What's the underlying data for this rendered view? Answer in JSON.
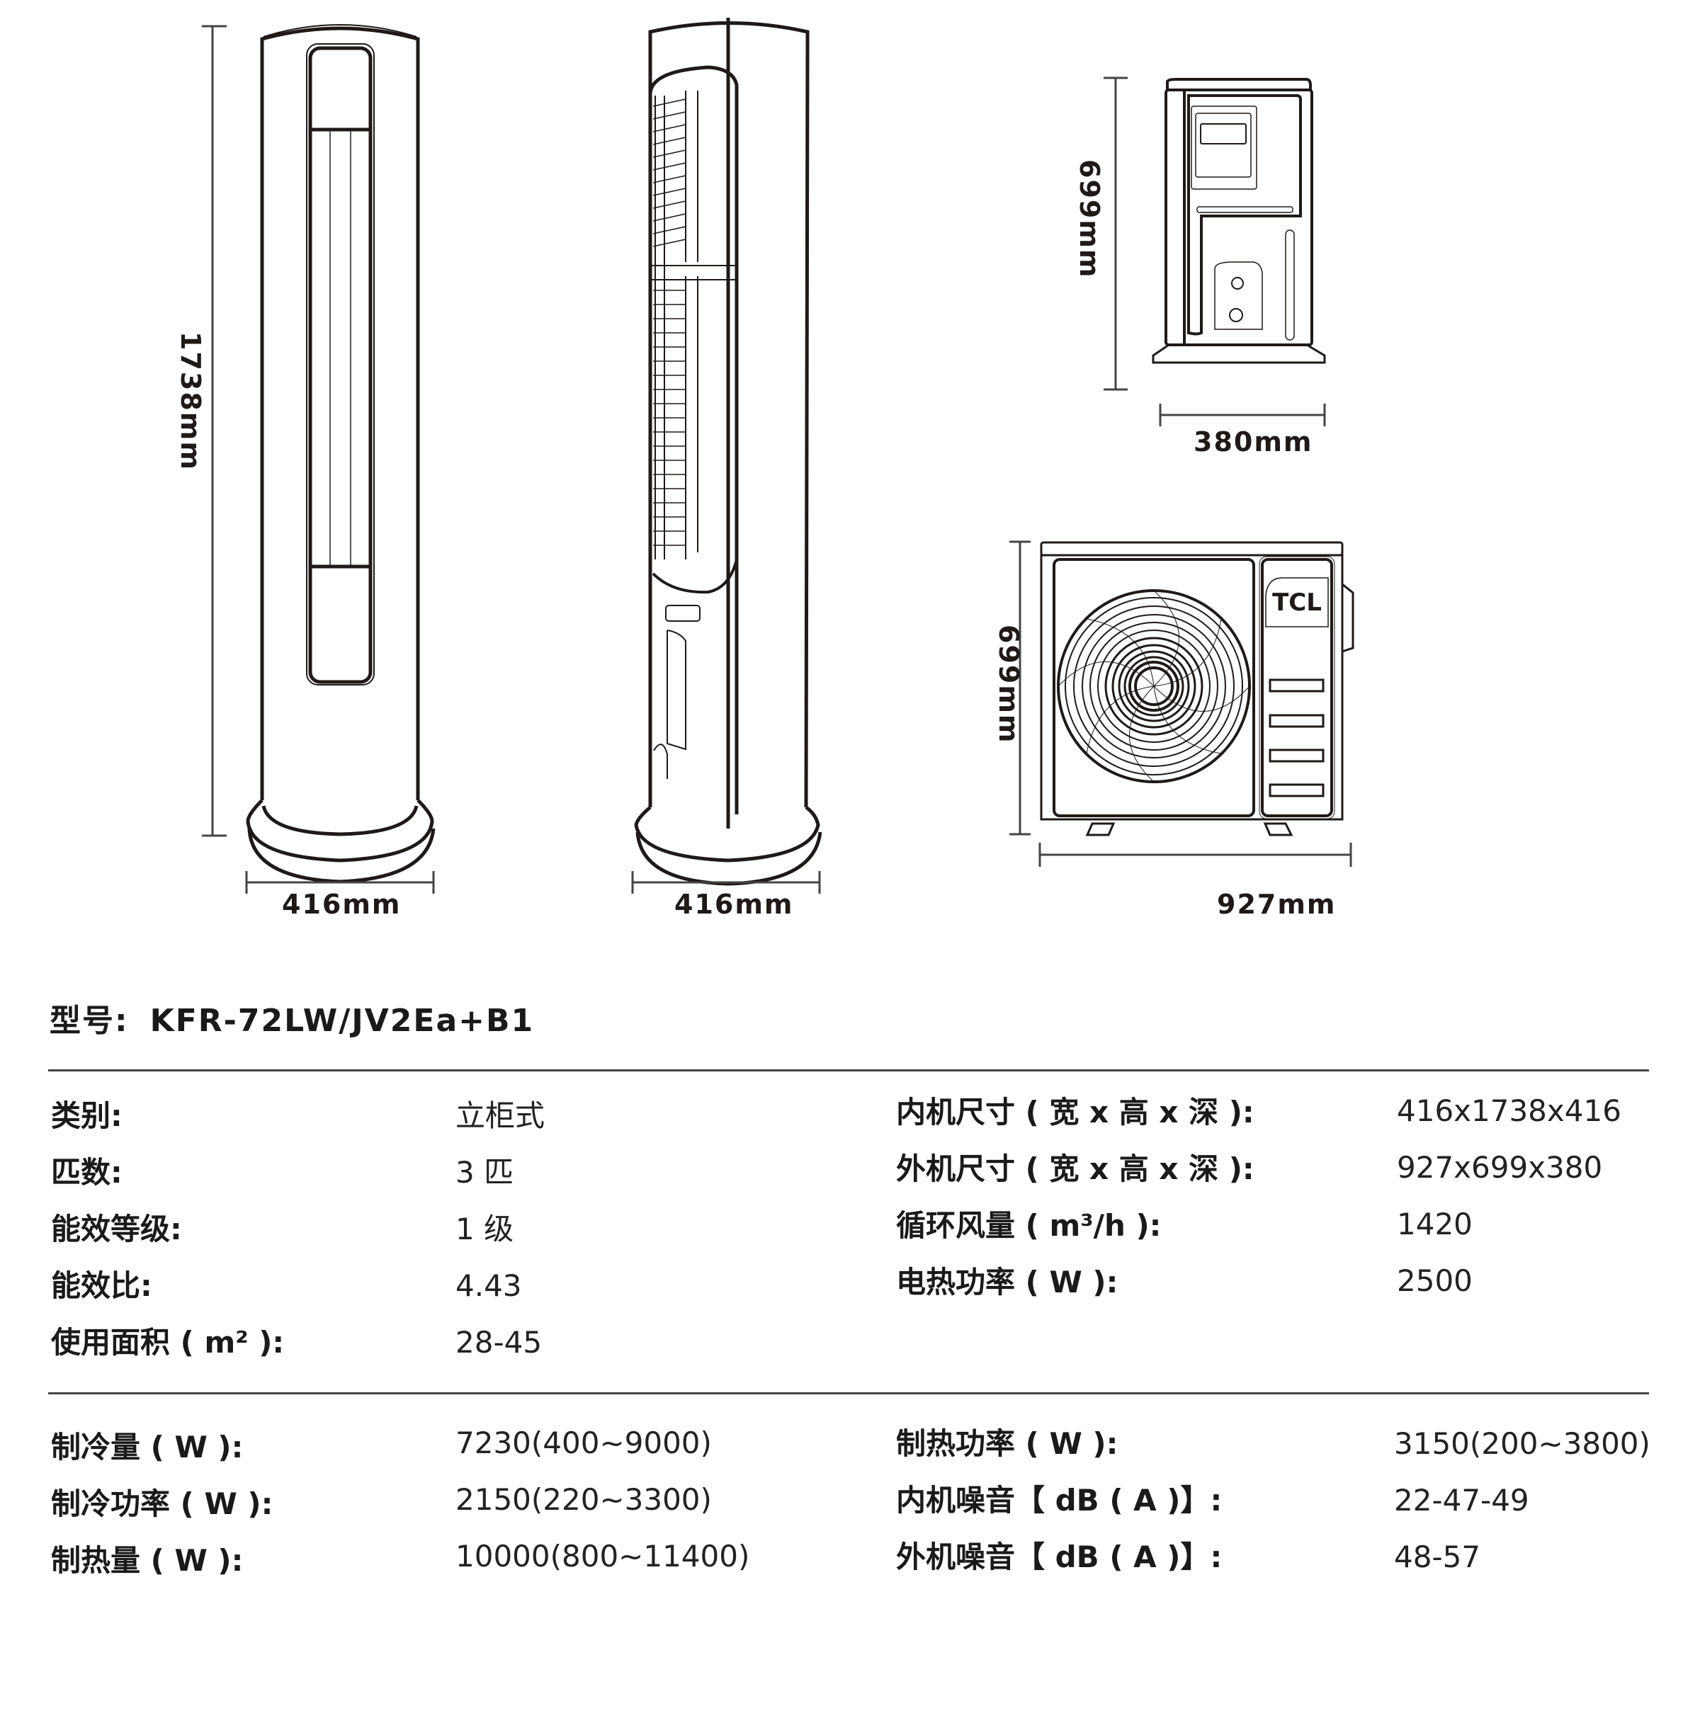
{
  "drawings": {
    "indoor_front": {
      "height_label": "1738mm",
      "width_label": "416mm"
    },
    "indoor_side": {
      "width_label": "416mm"
    },
    "outdoor_side": {
      "height_label": "699mm",
      "depth_label": "380mm"
    },
    "outdoor_front": {
      "height_label": "699mm",
      "width_label": "927mm",
      "brand": "TCL"
    },
    "line_color": "#1f1a17",
    "dim_line_color": "#444444"
  },
  "model": {
    "label": "型号:",
    "value": "KFR-72LW/JV2Ea+B1"
  },
  "specs_group1": {
    "left": [
      {
        "label": "类别:",
        "value": "立柜式"
      },
      {
        "label": "匹数:",
        "value": "3 匹"
      },
      {
        "label": "能效等级:",
        "value": "1 级"
      },
      {
        "label": "能效比:",
        "value": "4.43"
      },
      {
        "label": "使用面积 ( m² ):",
        "value": "28-45"
      }
    ],
    "right": [
      {
        "label": "内机尺寸 ( 宽 x 高 x 深 ):",
        "value": "416x1738x416"
      },
      {
        "label": "外机尺寸 ( 宽 x 高 x 深 ):",
        "value": "927x699x380"
      },
      {
        "label": "循环风量 ( m³/h ):",
        "value": "1420"
      },
      {
        "label": "电热功率 ( W ):",
        "value": "2500"
      }
    ]
  },
  "specs_group2": {
    "left": [
      {
        "label": "制冷量 ( W ):",
        "value": "7230(400~9000)"
      },
      {
        "label": "制冷功率 ( W ):",
        "value": "2150(220~3300)"
      },
      {
        "label": "制热量 ( W ):",
        "value": "10000(800~11400)"
      }
    ],
    "right": [
      {
        "label": "制热功率 ( W ):",
        "value": "3150(200~3800)"
      },
      {
        "label": "内机噪音【 dB ( A )】:",
        "value": "22-47-49"
      },
      {
        "label": "外机噪音【 dB ( A )】:",
        "value": "48-57"
      }
    ]
  }
}
